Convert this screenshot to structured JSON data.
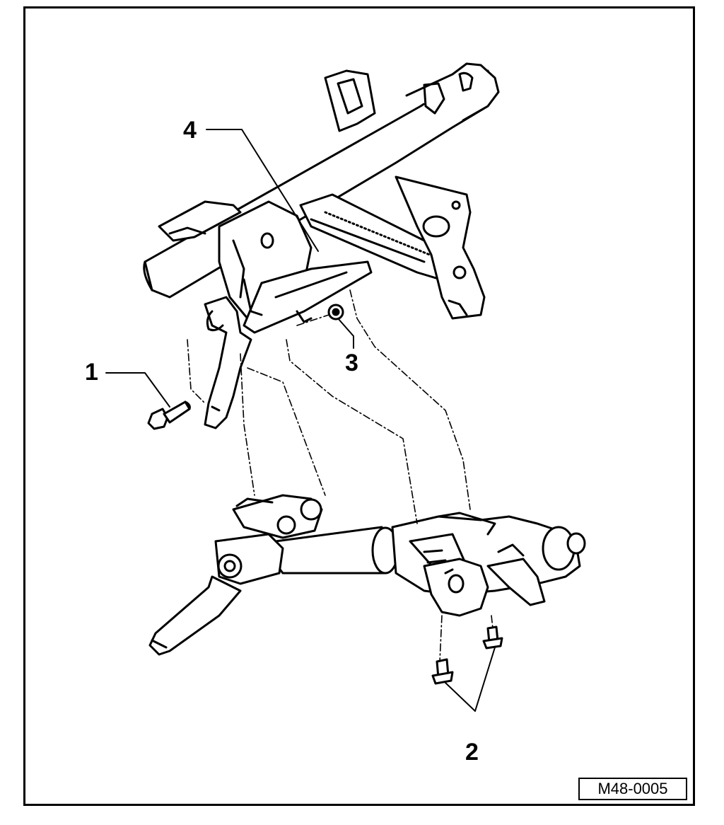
{
  "callouts": {
    "c1": "1",
    "c2": "2",
    "c3": "3",
    "c4": "4"
  },
  "figure_id": "M48-0005",
  "colors": {
    "line": "#000000",
    "background": "#ffffff"
  }
}
